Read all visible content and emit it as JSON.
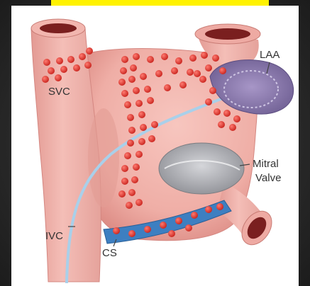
{
  "labels": {
    "laa": "LAA",
    "svc": "SVC",
    "mitral_line1": "Mitral",
    "mitral_line2": "Valve",
    "ivc": "IVC",
    "cs": "CS"
  },
  "colors": {
    "tissue": "#f2b3ab",
    "tissue_shadow": "#e08f88",
    "dots": "#d8302a",
    "laa": "#8e7fae",
    "valve": "#a9aab0",
    "sinus": "#3d7fc1",
    "catheter": "#a9d0ea",
    "banner": "#fff200"
  },
  "icons": [
    "heart-anatomy-illustration"
  ]
}
